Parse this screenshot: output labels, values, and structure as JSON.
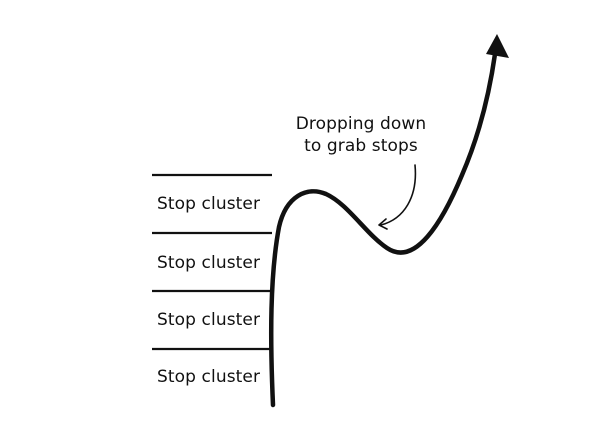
{
  "diagram": {
    "stop_clusters": [
      {
        "label": "Stop cluster"
      },
      {
        "label": "Stop cluster"
      },
      {
        "label": "Stop cluster"
      },
      {
        "label": "Stop cluster"
      }
    ],
    "annotation": {
      "line1": "Dropping down",
      "line2": "to grab stops"
    },
    "colors": {
      "ink": "#111111",
      "background": "#ffffff"
    },
    "icons": {
      "price_path": "upward-arrow-path",
      "annotation_pointer": "curved-arrow-icon"
    }
  }
}
